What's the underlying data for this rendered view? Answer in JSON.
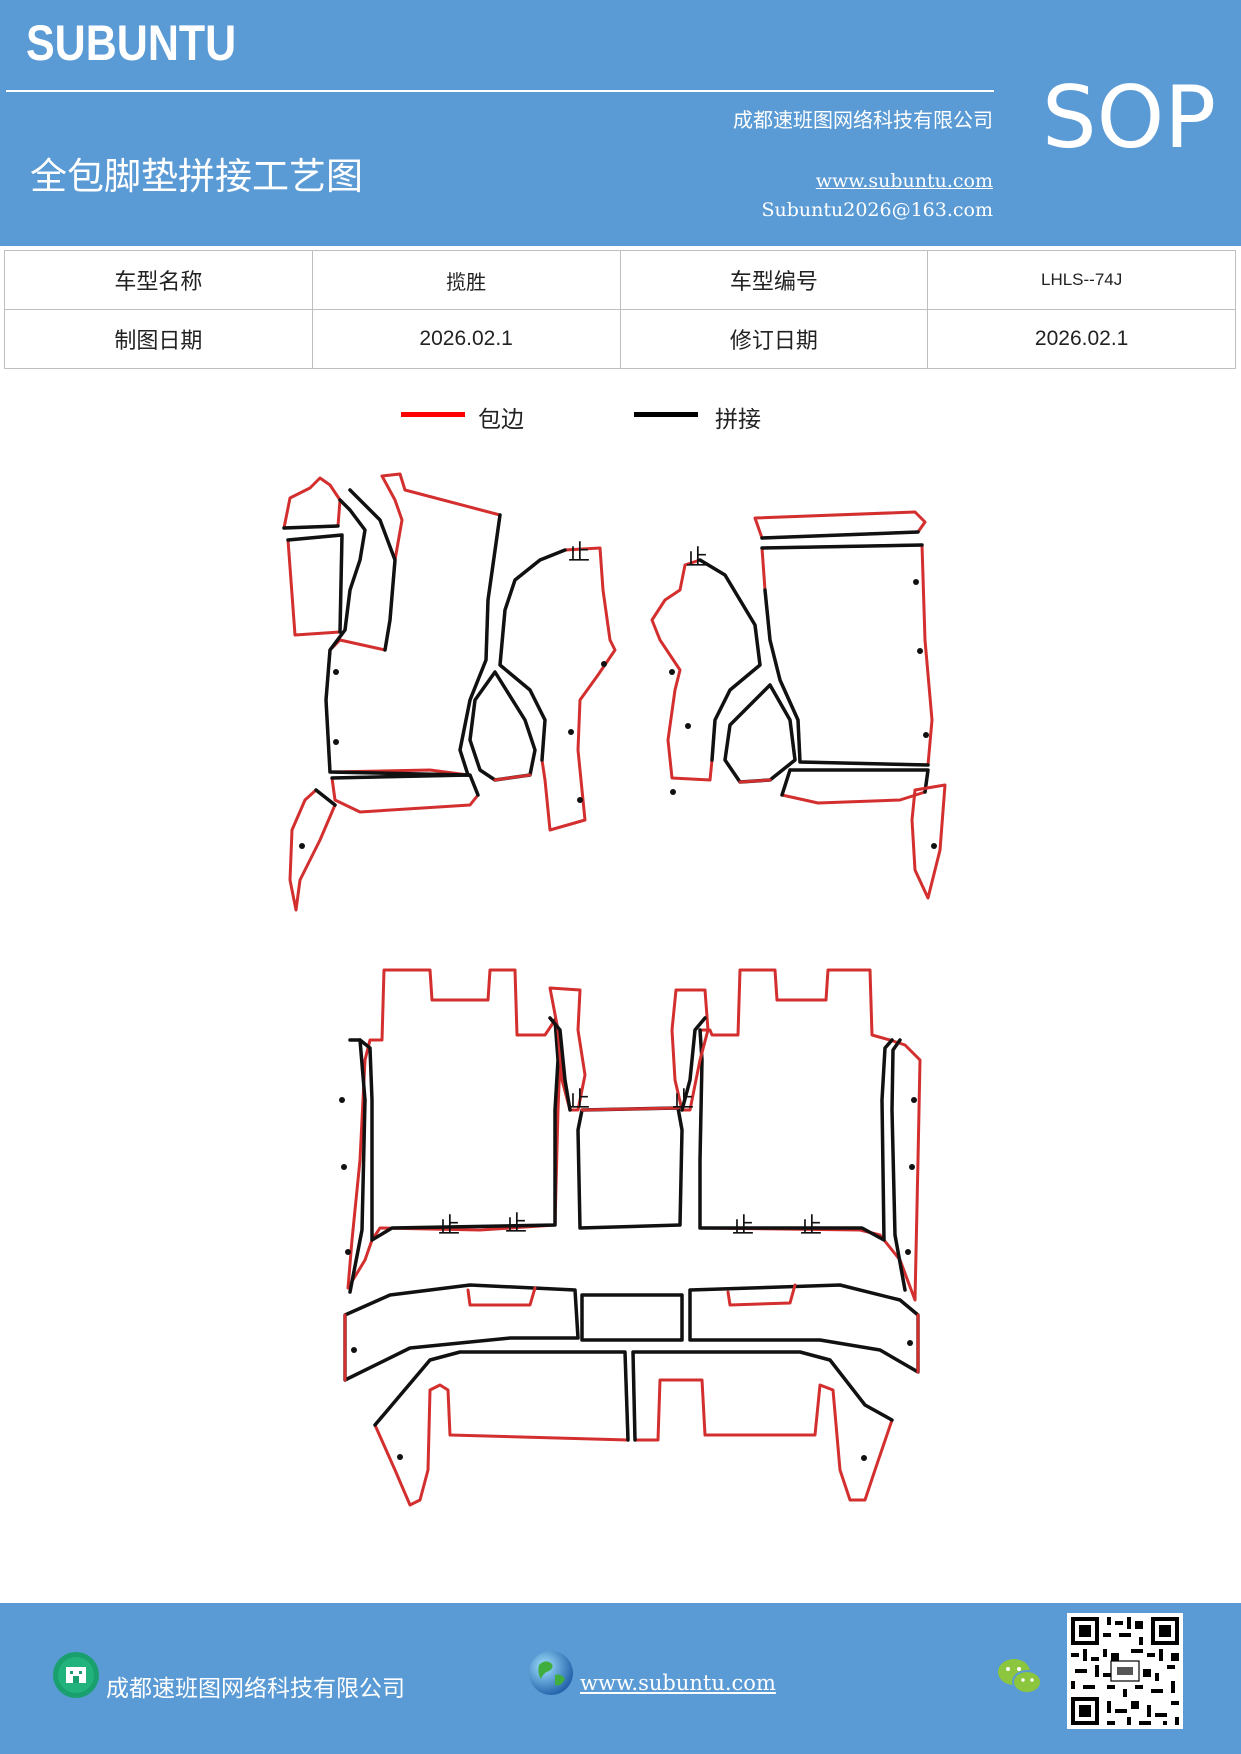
{
  "header": {
    "brand": "SUBUNTU",
    "company": "成都速班图网络科技有限公司",
    "title": "全包脚垫拼接工艺图",
    "website": "www.subuntu.com",
    "email": "Subuntu2026@163.com",
    "badge": "SOP"
  },
  "info_table": {
    "rows": [
      {
        "label1": "车型名称",
        "value1": "揽胜",
        "label2": "车型编号",
        "value2": "LHLS--74J"
      },
      {
        "label1": "制图日期",
        "value1": "2026.02.1",
        "label2": "修订日期",
        "value2": "2026.02.1"
      }
    ]
  },
  "legend": [
    {
      "label": "包边",
      "color": "#ff0000"
    },
    {
      "label": "拼接",
      "color": "#000000"
    }
  ],
  "diagram": {
    "mark_glyph": "止",
    "edge_color": "#d32f2f",
    "seam_color": "#111111"
  },
  "footer": {
    "company": "成都速班图网络科技有限公司",
    "website": "www.subuntu.com",
    "icons": [
      "building-icon",
      "globe-icon",
      "wechat-icon",
      "qr-code"
    ]
  }
}
